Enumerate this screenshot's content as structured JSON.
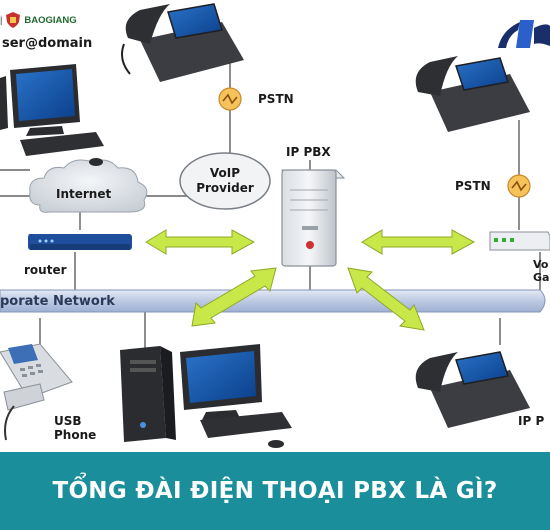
{
  "brand": {
    "separator": "|",
    "name": "BAOGIANG"
  },
  "diagram": {
    "user_domain": "ser@domain",
    "internet": "Internet",
    "voip_provider_line1": "VoIP",
    "voip_provider_line2": "Provider",
    "router": "router",
    "pstn_top": "PSTN",
    "pstn_right": "PSTN",
    "ip_pbx_center": "IP PBX",
    "network_bar": "porate Network",
    "voip_gateway_line1": "Vo",
    "voip_gateway_line2": "Ga",
    "usb_phone_line1": "USB",
    "usb_phone_line2": "Phone",
    "ip_pbx_phone": "IP P"
  },
  "banner": {
    "title": "TỔNG ĐÀI ĐIỆN THOẠI PBX LÀ GÌ?"
  },
  "colors": {
    "banner": "#1a8f9b",
    "arrow": "#c8e84a",
    "network_bar": "#bcc9e2",
    "pstn_orange": "#f0a030"
  }
}
